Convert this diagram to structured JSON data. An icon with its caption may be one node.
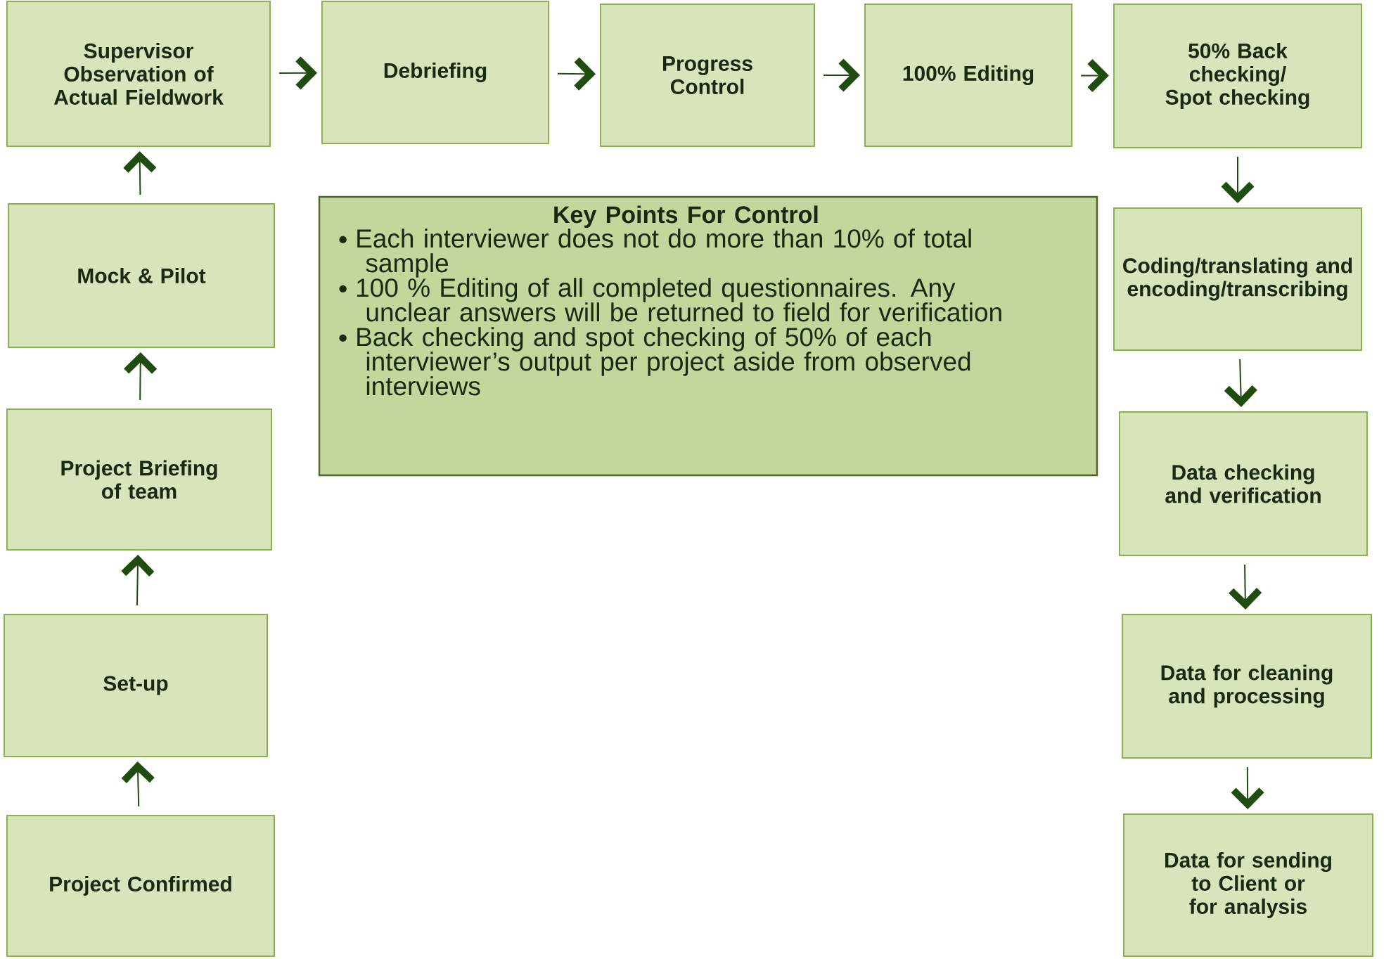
{
  "diagram": {
    "nodes": [
      {
        "text": [
          "Project Confirmed"
        ]
      },
      {
        "text": [
          "Set-up"
        ]
      },
      {
        "text": [
          "Project Briefing of team"
        ]
      },
      {
        "text": [
          "Mock & Pilot"
        ]
      },
      {
        "text": [
          "Supervisor Observation of Actual Fieldwork"
        ]
      },
      {
        "text": [
          "Debriefing"
        ]
      },
      {
        "text": [
          "Progress Control"
        ]
      },
      {
        "text": [
          "100% Editing"
        ]
      },
      {
        "text": [
          "50% Back checking/ Spot checking"
        ]
      },
      {
        "text": [
          "Coding/translating and encoding/transcribing"
        ]
      },
      {
        "text": [
          "Data checking and verification"
        ]
      },
      {
        "text": [
          "Data for cleaning and processing"
        ]
      },
      {
        "text": [
          "Data for sending to Client or for analysis"
        ]
      },
      {
        "text": [
          "Key Points For Control",
          "Each interviewer does not do more than 10% of total sample",
          "100 % Editing of all completed questionnaires. Any unclear answers will be returned to field for verification",
          "Back checking and spot checking of 50% of each interviewer’s output per project aside from observed interviews"
        ]
      }
    ],
    "edges": [
      {
        "from": 0,
        "to": 1,
        "arrow": "to"
      },
      {
        "from": 1,
        "to": 2,
        "arrow": "to"
      },
      {
        "from": 2,
        "to": 3,
        "arrow": "to"
      },
      {
        "from": 3,
        "to": 4,
        "arrow": "to"
      },
      {
        "from": 4,
        "to": 5,
        "arrow": "to"
      },
      {
        "from": 5,
        "to": 6,
        "arrow": "to"
      },
      {
        "from": 6,
        "to": 7,
        "arrow": "to"
      },
      {
        "from": 7,
        "to": 8,
        "arrow": "to"
      },
      {
        "from": 8,
        "to": 9,
        "arrow": "to"
      },
      {
        "from": 9,
        "to": 10,
        "arrow": "to"
      },
      {
        "from": 10,
        "to": 11,
        "arrow": "to"
      },
      {
        "from": 11,
        "to": 12,
        "arrow": "to"
      }
    ]
  }
}
